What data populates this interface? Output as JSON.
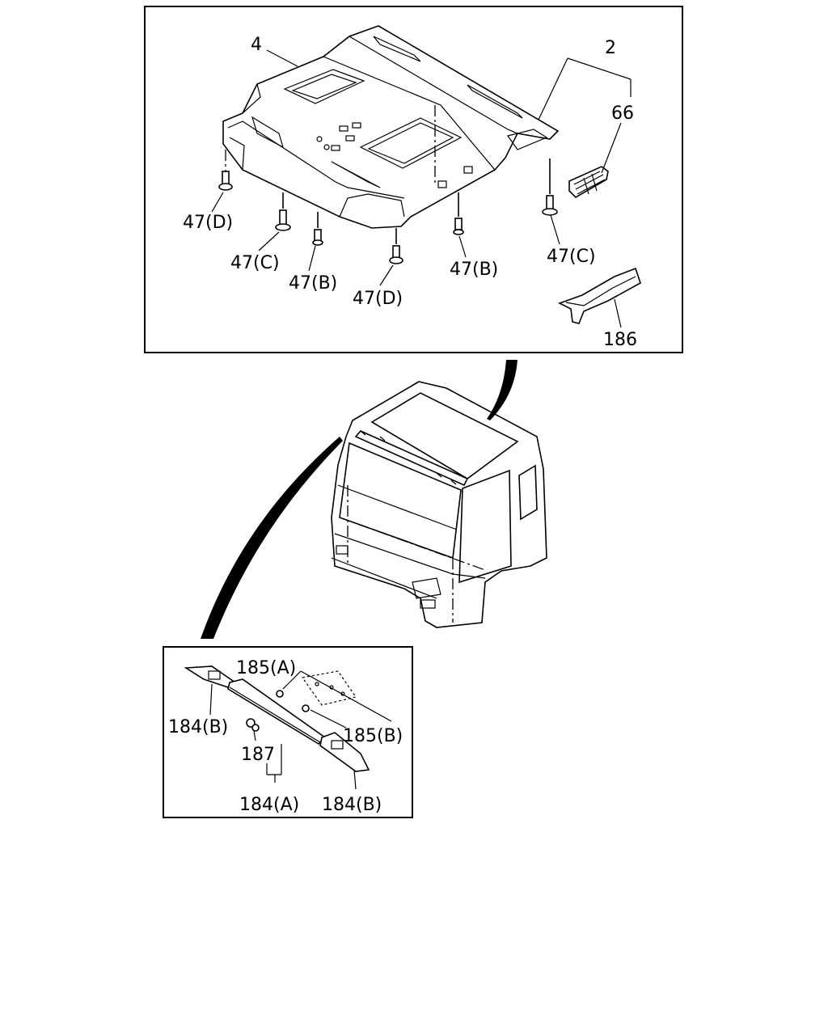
{
  "diagram": {
    "top_panel": {
      "labels": {
        "p4": "4",
        "p2": "2",
        "p66": "66",
        "p47d_left": "47(D)",
        "p47c_left": "47(C)",
        "p47b_left": "47(B)",
        "p47d_mid": "47(D)",
        "p47b_right": "47(B)",
        "p47c_right": "47(C)",
        "p186": "186"
      }
    },
    "bottom_panel": {
      "labels": {
        "p185a": "185(A)",
        "p184b_left": "184(B)",
        "p185b": "185(B)",
        "p187": "187",
        "p184a": "184(A)",
        "p184b_right": "184(B)"
      }
    }
  }
}
